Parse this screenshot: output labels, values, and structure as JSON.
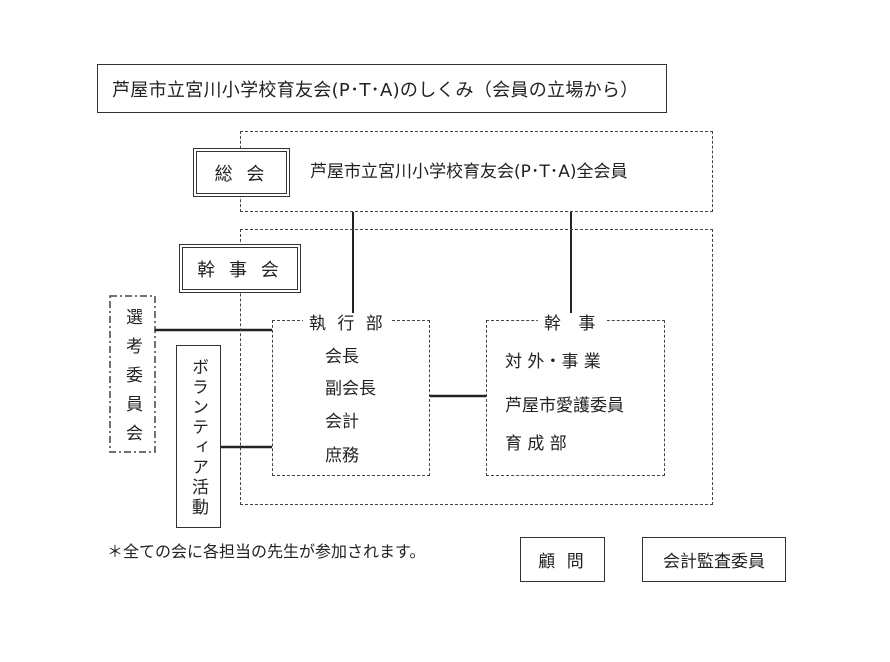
{
  "title": "芦屋市立宮川小学校育友会(P･T･A)のしくみ（会員の立場から）",
  "general_meeting": {
    "label": "総 会",
    "members": "芦屋市立宮川小学校育友会(P･T･A)全会員"
  },
  "board": {
    "label": "幹 事 会"
  },
  "selection_committee": {
    "label": "選考委員会"
  },
  "volunteer": {
    "label": "ボランティア活動"
  },
  "executive": {
    "title": "執 行 部",
    "roles": [
      "会長",
      "副会長",
      "会計",
      "庶務"
    ]
  },
  "secretaries": {
    "title": "幹 事",
    "roles": [
      "対 外・事 業",
      "芦屋市愛護委員",
      "育 成 部"
    ]
  },
  "footnote": "＊全ての会に各担当の先生が参加されます。",
  "advisor": "顧 問",
  "auditor": "会計監査委員"
}
